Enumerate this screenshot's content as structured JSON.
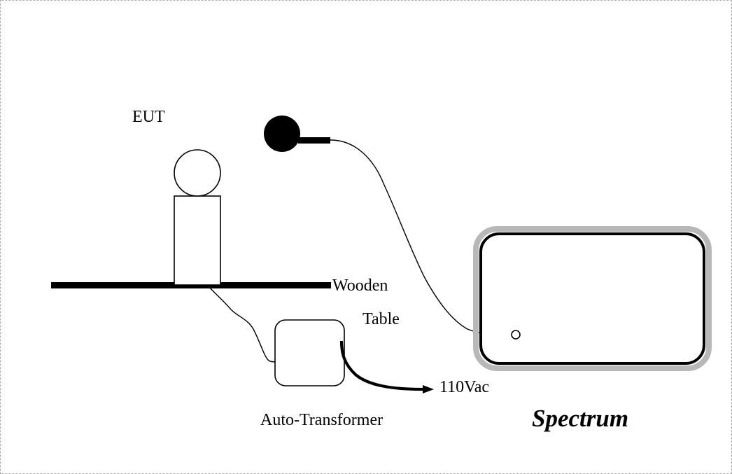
{
  "labels": {
    "eut": "EUT",
    "wooden": "Wooden",
    "table": "Table",
    "voltage": "110Vac",
    "auto_transformer": "Auto-Transformer",
    "spectrum": "Spectrum"
  },
  "colors": {
    "ink": "#000000",
    "spectrum_halo": "#b8b8b8",
    "frame": "#9a9a9a"
  }
}
